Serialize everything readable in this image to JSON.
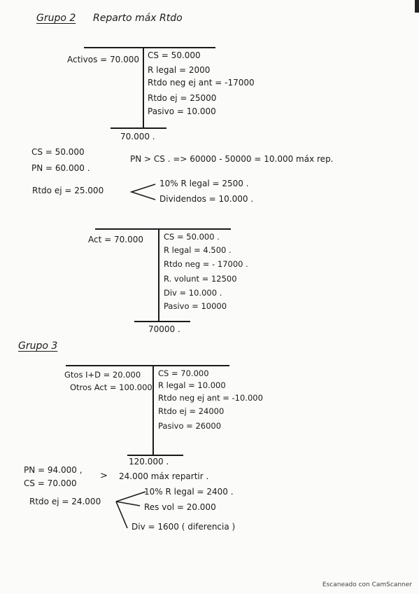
{
  "grupo2": {
    "title": "Grupo 2",
    "subtitle": "Reparto máx Rtdo",
    "t1": {
      "left": "Activos = 70.000 .",
      "right": [
        "CS = 50.000",
        "R legal = 2000",
        "Rtdo neg ej ant = -17000",
        "Rtdo ej = 25000",
        "Pasivo = 10.000"
      ],
      "total": "70.000 ."
    },
    "cs": "CS = 50.000",
    "pn": "PN = 60.000 .",
    "compare": "PN > CS . => 60000 - 50000 = 10.000 máx rep.",
    "rtdo": "Rtdo ej = 25.000",
    "dist": [
      "10% R legal = 2500 .",
      "Dividendos = 10.000 ."
    ],
    "t2": {
      "left": "Act = 70.000",
      "right": [
        "CS = 50.000 .",
        "R legal = 4.500 .",
        "Rtdo neg = - 17000 .",
        "R. volunt = 12500",
        "Div = 10.000 .",
        "Pasivo = 10000"
      ],
      "total": "70000 ."
    }
  },
  "grupo3": {
    "title": "Grupo 3",
    "t": {
      "left": [
        "Gtos I+D = 20.000",
        "Otros Act = 100.000"
      ],
      "right": [
        "CS = 70.000",
        "R legal = 10.000",
        "Rtdo neg ej ant = -10.000",
        "Rtdo ej = 24000",
        "Pasivo = 26000"
      ],
      "total": "120.000 ."
    },
    "pn": "PN = 94.000 ,",
    "cs": "CS = 70.000",
    "max": "24.000 máx repartir .",
    "rtdo": "Rtdo ej = 24.000",
    "dist": [
      "10% R legal = 2400 .",
      "Res vol = 20.000",
      "Div = 1600 ( diferencia )"
    ]
  },
  "footer": "Escaneado con CamScanner"
}
